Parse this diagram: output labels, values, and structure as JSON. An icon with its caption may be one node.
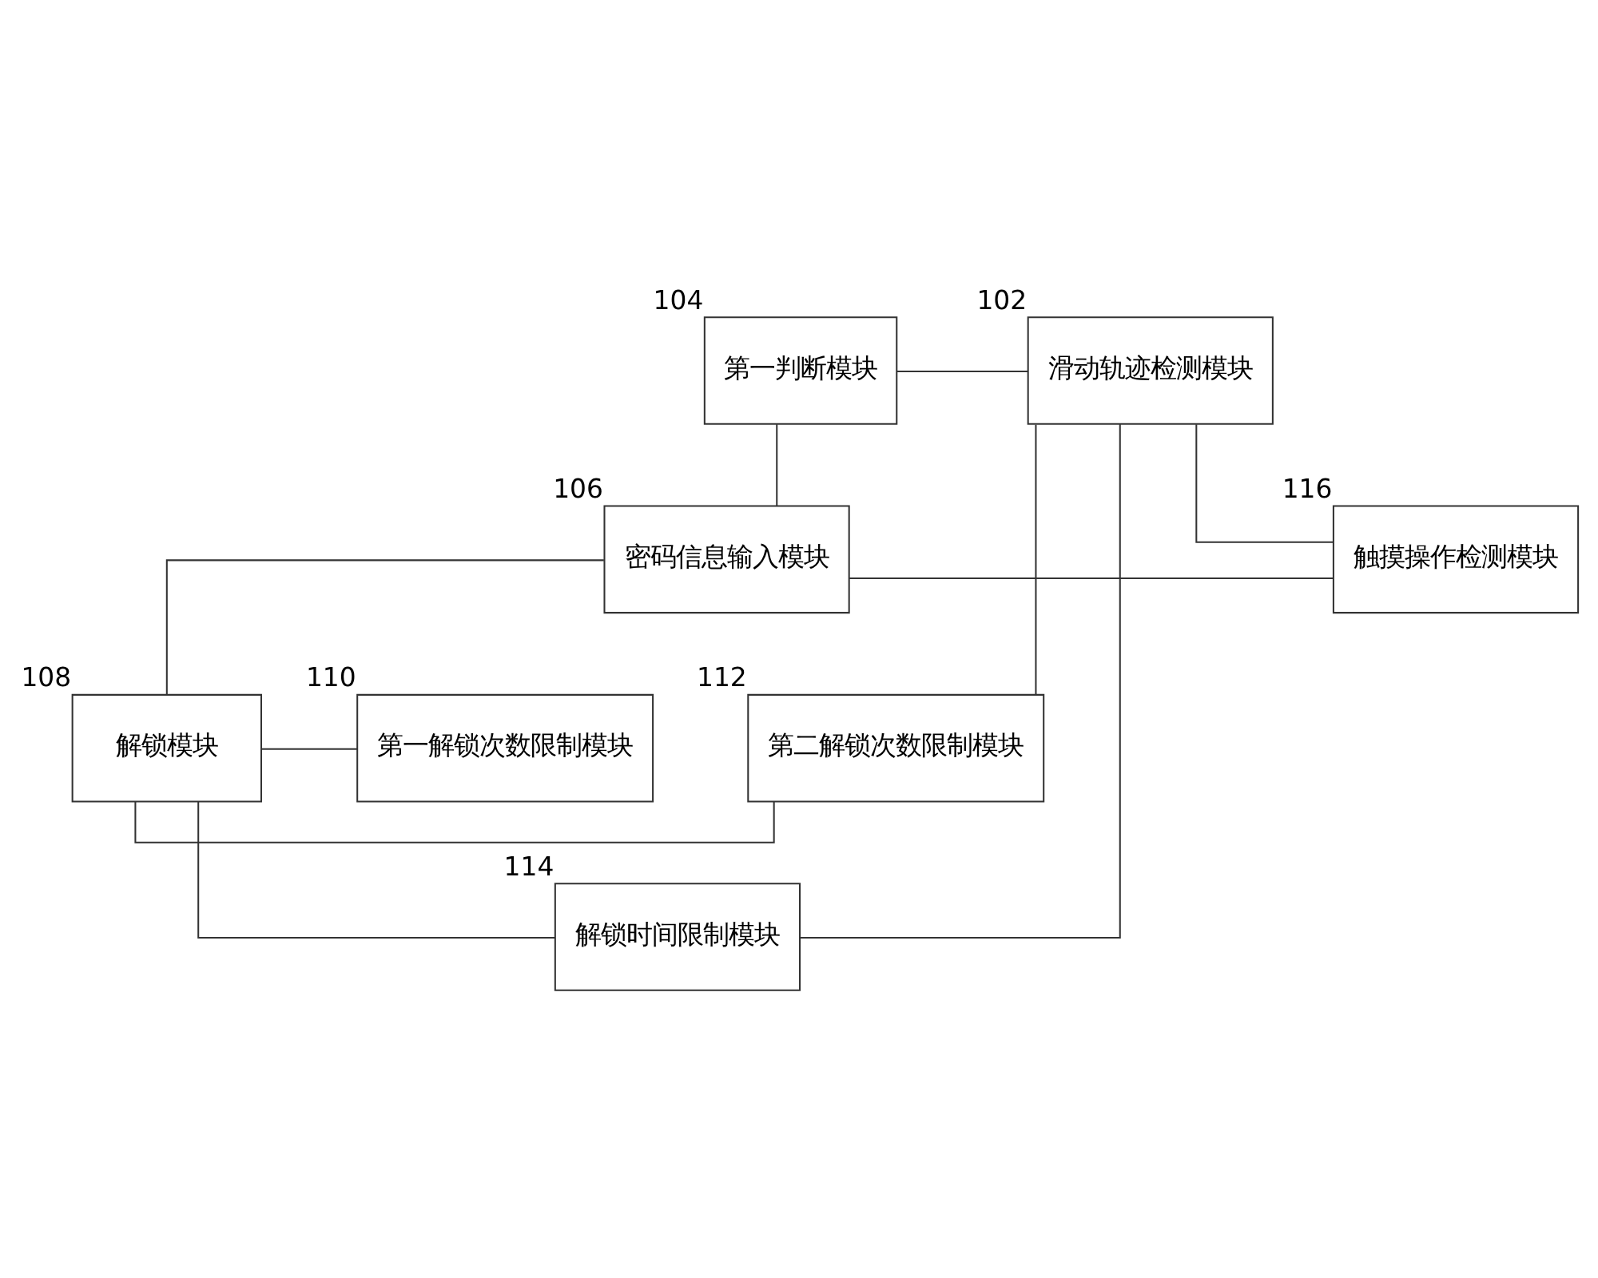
{
  "diagram": {
    "nodes": [
      {
        "text": [
          "第一判断模块"
        ],
        "beside": [
          "104"
        ]
      },
      {
        "text": [
          "滑动轨迹检测模块"
        ],
        "beside": [
          "102"
        ]
      },
      {
        "text": [
          "密码信息输入模块"
        ],
        "beside": [
          "106"
        ]
      },
      {
        "text": [
          "触摸操作检测模块"
        ],
        "beside": [
          "116"
        ]
      },
      {
        "text": [
          "第一解锁次数限制模块"
        ],
        "beside": [
          "110"
        ]
      },
      {
        "text": [
          "解锁模块"
        ],
        "beside": [
          "108"
        ]
      },
      {
        "text": [
          "第二解锁次数限制模块"
        ],
        "beside": [
          "112"
        ]
      },
      {
        "text": [
          "解锁时间限制模块"
        ],
        "beside": [
          "114"
        ]
      }
    ],
    "edges": [
      {
        "from": 0,
        "to": 1,
        "arrow": "none"
      },
      {
        "from": 0,
        "to": 2,
        "arrow": "none"
      },
      {
        "from": 1,
        "to": 3,
        "arrow": "none"
      },
      {
        "from": 2,
        "to": 3,
        "arrow": "none"
      },
      {
        "from": 2,
        "to": 5,
        "arrow": "none"
      },
      {
        "from": 4,
        "to": 5,
        "arrow": "none"
      },
      {
        "from": 5,
        "to": 6,
        "arrow": "none"
      },
      {
        "from": 1,
        "to": 6,
        "arrow": "none"
      },
      {
        "from": 5,
        "to": 7,
        "arrow": "none"
      },
      {
        "from": 1,
        "to": 7,
        "arrow": "none"
      }
    ]
  }
}
